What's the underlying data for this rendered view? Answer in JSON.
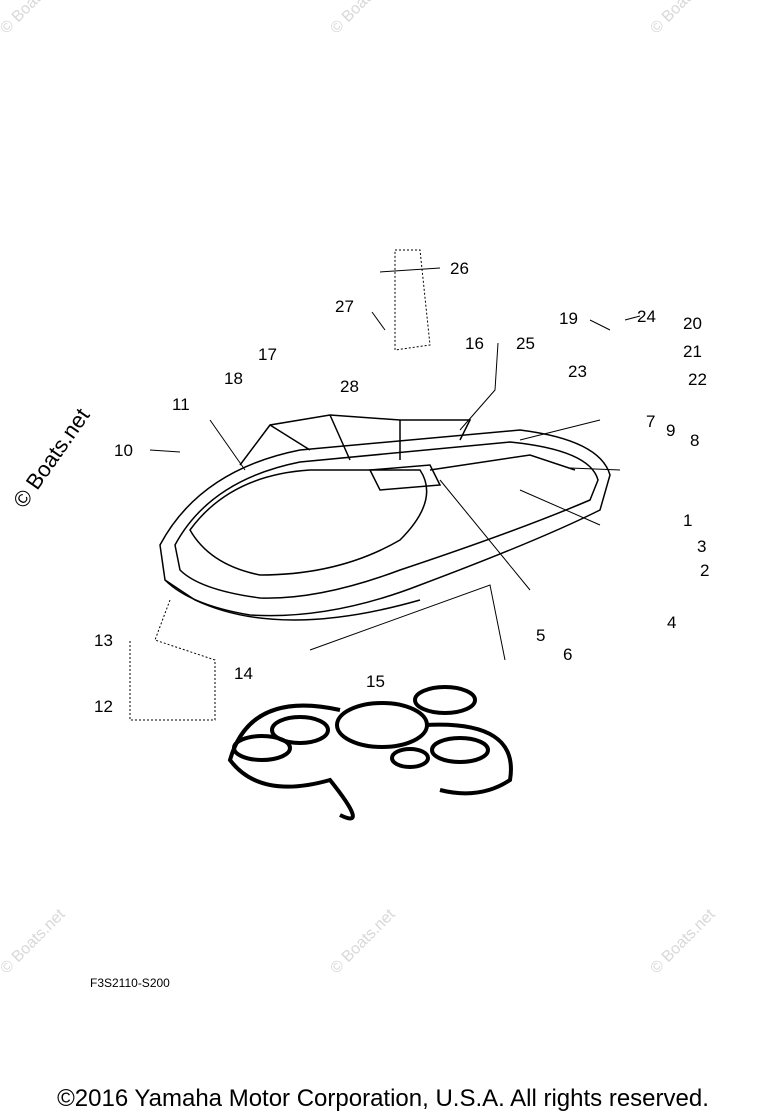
{
  "watermark": "© Boats.net",
  "diagram_code": "F3S2110-S200",
  "copyright": "©2016 Yamaha Motor Corporation, U.S.A. All rights reserved.",
  "callouts": [
    "1",
    "2",
    "3",
    "4",
    "5",
    "6",
    "7",
    "8",
    "9",
    "10",
    "11",
    "12",
    "13",
    "14",
    "15",
    "16",
    "17",
    "18",
    "19",
    "20",
    "21",
    "22",
    "23",
    "24",
    "25",
    "26",
    "27",
    "28"
  ]
}
